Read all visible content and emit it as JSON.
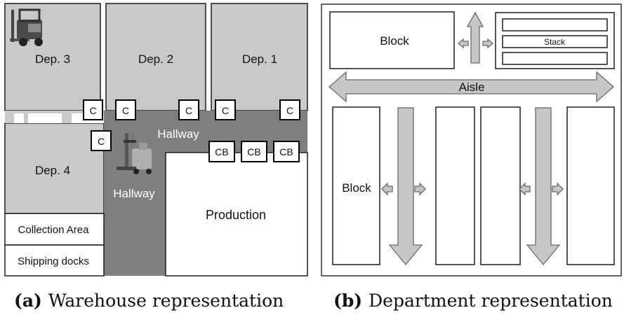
{
  "warehouse": {
    "departments": [
      "Dep. 3",
      "Dep. 2",
      "Dep. 1",
      "Dep. 4"
    ],
    "hallway_labels": [
      "Hallway",
      "Hallway"
    ],
    "production_label": "Production",
    "collection_label": "Collection Area",
    "shipping_label": "Shipping docks",
    "c_label": "C",
    "cb_label": "CB"
  },
  "department": {
    "block_label": "Block",
    "stack_label": "Stack",
    "aisle_label": "Aisle"
  },
  "captions": {
    "a_prefix": "(a)",
    "a_text": "Warehouse representation",
    "b_prefix": "(b)",
    "b_text": "Department representation"
  },
  "colors": {
    "department_fill": "#c9c9c9",
    "hallway_fill": "#7f7f7f",
    "arrow_fill": "#c6c6c6"
  },
  "icons": [
    "forklift-icon",
    "reach-truck-icon"
  ]
}
